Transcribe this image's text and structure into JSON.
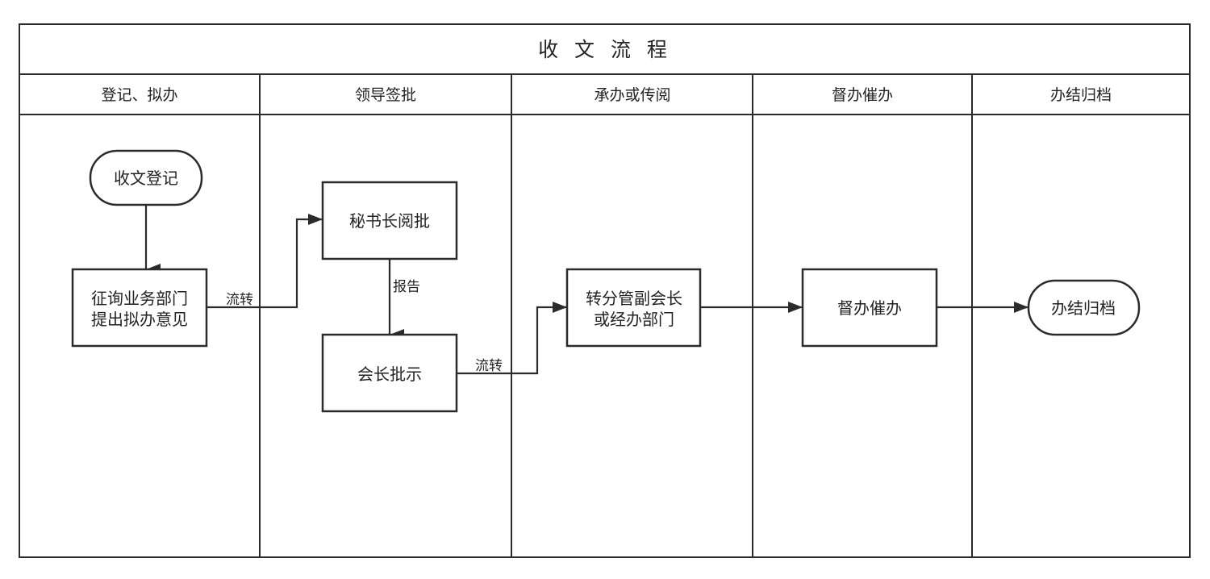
{
  "title": "收 文 流 程",
  "lanes": [
    {
      "id": "lane-register",
      "label": "登记、拟办"
    },
    {
      "id": "lane-approval",
      "label": "领导签批"
    },
    {
      "id": "lane-handle",
      "label": "承办或传阅"
    },
    {
      "id": "lane-supervise",
      "label": "督办催办"
    },
    {
      "id": "lane-archive",
      "label": "办结归档"
    }
  ],
  "nodes": [
    {
      "id": "receive-register",
      "shape": "rounded",
      "lines": [
        "收文登记"
      ]
    },
    {
      "id": "consult-department",
      "shape": "rect",
      "lines": [
        "征询业务部门",
        "提出拟办意见"
      ]
    },
    {
      "id": "secretary-review",
      "shape": "rect",
      "lines": [
        "秘书长阅批"
      ]
    },
    {
      "id": "president-instruct",
      "shape": "rect",
      "lines": [
        "会长批示"
      ]
    },
    {
      "id": "forward-vice-president",
      "shape": "rect",
      "lines": [
        "转分管副会长",
        "或经办部门"
      ]
    },
    {
      "id": "supervise-urge",
      "shape": "rect",
      "lines": [
        "督办催办"
      ]
    },
    {
      "id": "complete-archive",
      "shape": "rounded",
      "lines": [
        "办结归档"
      ]
    }
  ],
  "edges": [
    {
      "id": "edge-register-consult",
      "from": "receive-register",
      "to": "consult-department",
      "label": ""
    },
    {
      "id": "edge-consult-secretary",
      "from": "consult-department",
      "to": "secretary-review",
      "label": "流转"
    },
    {
      "id": "edge-secretary-president",
      "from": "secretary-review",
      "to": "president-instruct",
      "label": "报告"
    },
    {
      "id": "edge-president-forward",
      "from": "president-instruct",
      "to": "forward-vice-president",
      "label": "流转"
    },
    {
      "id": "edge-forward-supervise",
      "from": "forward-vice-president",
      "to": "supervise-urge",
      "label": ""
    },
    {
      "id": "edge-supervise-archive",
      "from": "supervise-urge",
      "to": "complete-archive",
      "label": ""
    }
  ]
}
